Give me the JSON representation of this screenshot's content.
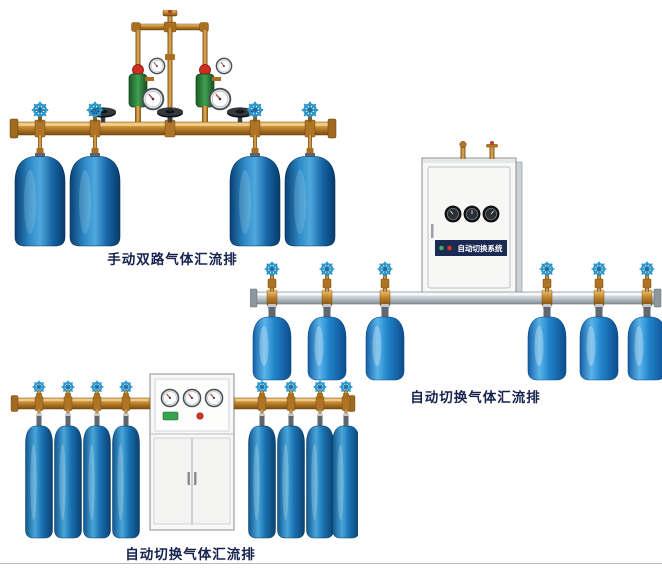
{
  "page": {
    "background_color": "#ffffff"
  },
  "colors": {
    "caption_text": "#15224e",
    "brass_pipe": "#c1852f",
    "cylinder_blue": "#2f8cc9",
    "handwheel_blue": "#2b9ad0",
    "regulator_green": "#3fa050",
    "cabinet_panel_navy": "#1b2a52",
    "aluminum_pipe": "#c2c9d0"
  },
  "products": [
    {
      "id": "manual-dual-manifold",
      "caption": "手动双路气体汇流排",
      "cylinders": 4
    },
    {
      "id": "auto-switch-manifold",
      "caption": "自动切换气体汇流排",
      "cabinet_label": "自动切换系统",
      "cylinders": 6
    },
    {
      "id": "auto-switch-manifold-cabinet",
      "caption": "自动切换气体汇流排",
      "cylinders": 8
    }
  ]
}
